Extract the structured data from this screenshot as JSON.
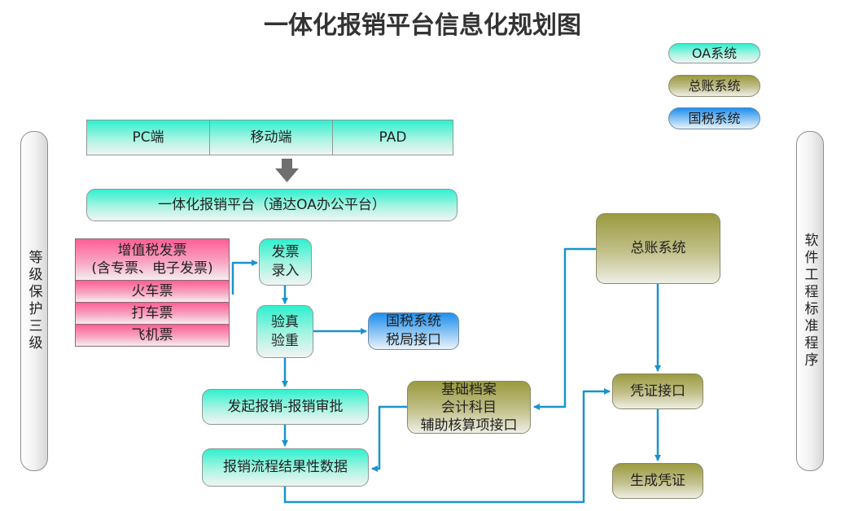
{
  "title": "一体化报销平台信息化规划图",
  "legend": {
    "oa": "OA系统",
    "ledger": "总账系统",
    "tax": "国税系统"
  },
  "side": {
    "left": "等级保护三级",
    "right": "软件工程标准程序"
  },
  "devices": [
    "PC端",
    "移动端",
    "PAD"
  ],
  "platform": "一体化报销平台（通达OA办公平台）",
  "invoices": {
    "vat": "增值税发票\n(含专票、电子发票)",
    "train": "火车票",
    "taxi": "打车票",
    "flight": "飞机票"
  },
  "nodes": {
    "invoice_entry": "发票\n录入",
    "verify": "验真\n验重",
    "tax_interface": "国税系统\n税局接口",
    "approval": "发起报销-报销审批",
    "result_data": "报销流程结果性数据",
    "basic_archive": "基础档案\n会计科目\n辅助核算项接口",
    "ledger": "总账系统",
    "voucher_interface": "凭证接口",
    "generate_voucher": "生成凭证"
  },
  "colors": {
    "arrow": "#1a93cc",
    "big_arrow": "#6f6f6f"
  }
}
